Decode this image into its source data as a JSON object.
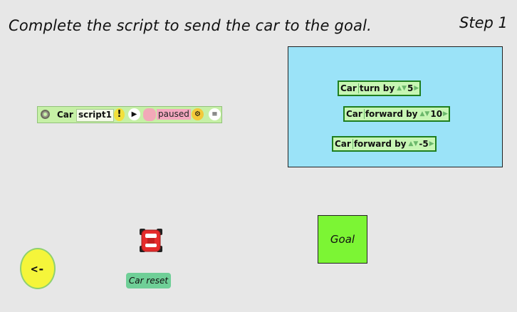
{
  "header": {
    "instruction": "Complete the script to send the car to the goal.",
    "step": "Step 1"
  },
  "script_bar": {
    "object": "Car",
    "script_name": "script1",
    "bang": "!",
    "step_glyph": "▶",
    "status": "paused",
    "gear_glyph": "⚙",
    "menu_glyph": "≡"
  },
  "tiles": [
    {
      "object": "Car",
      "command": "turn by",
      "value": "5"
    },
    {
      "object": "Car",
      "command": "forward by",
      "value": "10"
    },
    {
      "object": "Car",
      "command": "forward by",
      "value": "-5"
    }
  ],
  "goal": {
    "label": "Goal",
    "color": "#7cf534"
  },
  "car": {
    "color": "#e52b2b"
  },
  "car_reset": {
    "label": "Car reset"
  },
  "back_button": {
    "label": "<-"
  },
  "colors": {
    "background": "#e7e7e7",
    "playfield": "#9be3f8",
    "script_bar": "#c6f0a6",
    "tile": "#c7f6b4",
    "tile_border": "#1f7f1f"
  }
}
